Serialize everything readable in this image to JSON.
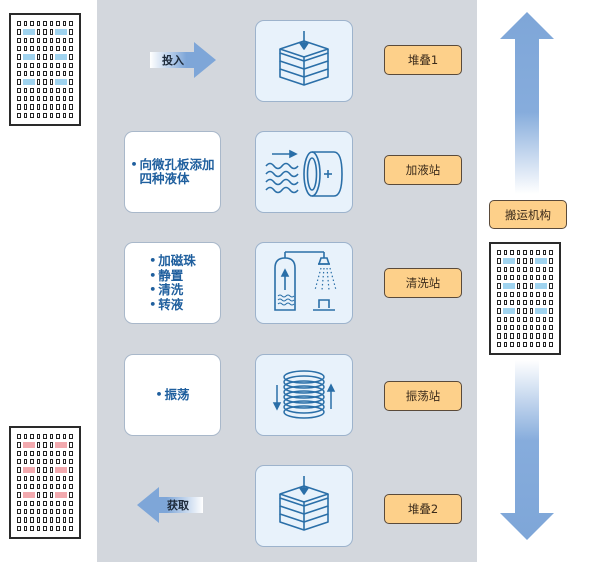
{
  "colors": {
    "panel_bg": "#d3d7dd",
    "icon_card_bg": "#e8f2fb",
    "icon_stroke": "#2a6fa8",
    "text_color": "#1f5f9e",
    "label_bg": "#fdd08a",
    "arrow_blue": "#7ea6d8",
    "well_highlight_input": "#9fd3ef",
    "well_highlight_output": "#f2a9ae"
  },
  "plates": {
    "input": {
      "highlight": "blue",
      "rows": 12,
      "cols": 9,
      "highlight_rows": [
        2,
        5,
        8
      ]
    },
    "carrier": {
      "highlight": "blue",
      "rows": 12,
      "cols": 9,
      "highlight_rows": [
        2,
        5,
        8
      ]
    },
    "output": {
      "highlight": "pink",
      "rows": 12,
      "cols": 9,
      "highlight_rows": [
        2,
        5,
        8
      ]
    }
  },
  "flow": {
    "input_arrow_label": "投入",
    "output_arrow_label": "获取"
  },
  "stations": [
    {
      "id": "stack1",
      "icon": "plate-stack-icon",
      "label": "堆叠1",
      "steps": []
    },
    {
      "id": "dispense",
      "icon": "liquid-dispense-icon",
      "label": "加液站",
      "steps": [
        "向微孔板添加",
        "四种液体"
      ]
    },
    {
      "id": "wash",
      "icon": "wash-station-icon",
      "label": "清洗站",
      "steps": [
        "加磁珠",
        "静置",
        "清洗",
        "转液"
      ]
    },
    {
      "id": "shake",
      "icon": "shaker-icon",
      "label": "振荡站",
      "steps": [
        "振荡"
      ]
    },
    {
      "id": "stack2",
      "icon": "plate-stack-icon",
      "label": "堆叠2",
      "steps": []
    }
  ],
  "transport": {
    "label": "搬运机构",
    "up_arrow": "arrow-up-icon",
    "down_arrow": "arrow-down-icon"
  }
}
